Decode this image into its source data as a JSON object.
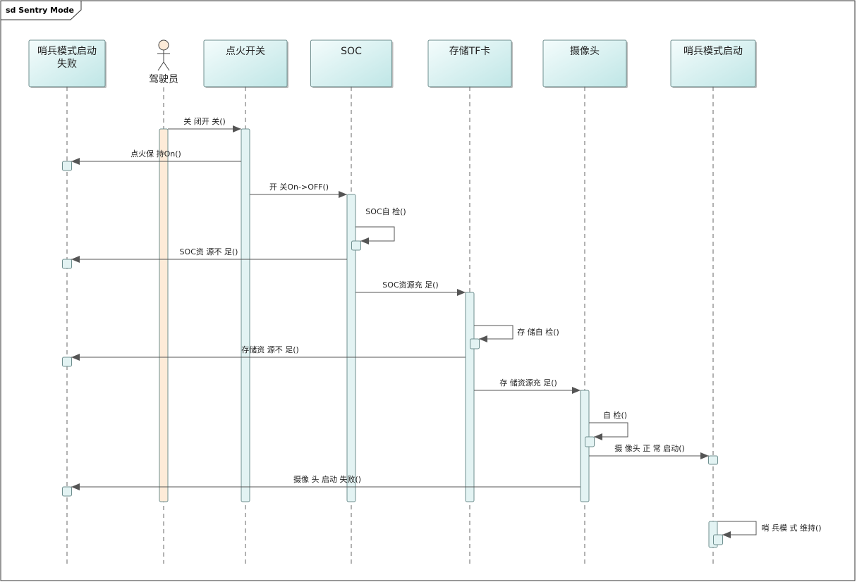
{
  "frame": {
    "title": "sd Sentry Mode"
  },
  "lifelines": [
    {
      "id": "fail",
      "kind": "box",
      "lines": [
        "哨兵模式启动",
        "失败"
      ]
    },
    {
      "id": "driver",
      "kind": "actor",
      "lines": [
        "驾驶员"
      ]
    },
    {
      "id": "ignition",
      "kind": "box",
      "lines": [
        "点火开关"
      ]
    },
    {
      "id": "soc",
      "kind": "box",
      "lines": [
        "SOC"
      ]
    },
    {
      "id": "tf",
      "kind": "box",
      "lines": [
        "存储TF卡"
      ]
    },
    {
      "id": "camera",
      "kind": "box",
      "lines": [
        "摄像头"
      ]
    },
    {
      "id": "start",
      "kind": "box",
      "lines": [
        "哨兵模式启动"
      ]
    }
  ],
  "messages": [
    {
      "from": "driver",
      "to": "ignition",
      "label": "关 闭开 关()"
    },
    {
      "from": "ignition",
      "to": "fail",
      "label": "点火保 持On()"
    },
    {
      "from": "ignition",
      "to": "soc",
      "label": "开 关On->OFF()"
    },
    {
      "from": "soc",
      "to": "soc",
      "label": "SOC自 检()"
    },
    {
      "from": "soc",
      "to": "fail",
      "label": "SOC资 源不 足()"
    },
    {
      "from": "soc",
      "to": "tf",
      "label": "SOC资源充 足()"
    },
    {
      "from": "tf",
      "to": "tf",
      "label": "存 储自 检()"
    },
    {
      "from": "tf",
      "to": "fail",
      "label": "存储资 源不 足()"
    },
    {
      "from": "tf",
      "to": "camera",
      "label": "存 储资源充 足()"
    },
    {
      "from": "camera",
      "to": "camera",
      "label": "自 检()"
    },
    {
      "from": "camera",
      "to": "start",
      "label": "摄 像头 正 常 启动()"
    },
    {
      "from": "camera",
      "to": "fail",
      "label": "摄像 头 启动 失败()"
    },
    {
      "from": "start",
      "to": "start",
      "label": "哨 兵模 式 维持()"
    }
  ],
  "colors": {
    "box_fill": "#d4efef",
    "activation_fill": "#e3f3f3",
    "actor_activation_fill": "#fdebd8",
    "line": "#555555"
  }
}
